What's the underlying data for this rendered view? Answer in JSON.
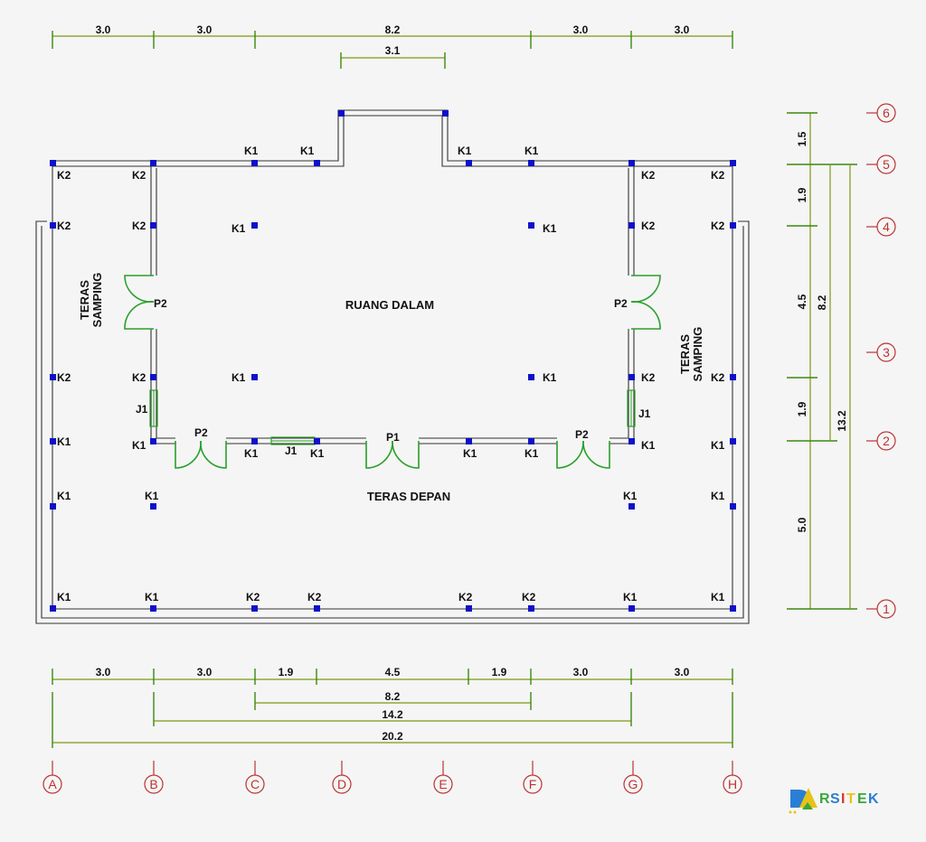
{
  "top_dims": [
    "3.0",
    "3.0",
    "8.2",
    "3.0",
    "3.0"
  ],
  "top_sub_dim": "3.1",
  "bottom_dims": [
    "3.0",
    "3.0",
    "1.9",
    "4.5",
    "1.9",
    "3.0",
    "3.0"
  ],
  "bottom_totals": [
    "8.2",
    "14.2",
    "20.2"
  ],
  "right_dims": [
    "1.5",
    "1.9",
    "4.5",
    "1.9",
    "5.0"
  ],
  "right_totals": [
    "8.2",
    "13.2"
  ],
  "grid_cols": [
    "A",
    "B",
    "C",
    "D",
    "E",
    "F",
    "G",
    "H"
  ],
  "grid_rows": [
    "6",
    "5",
    "4",
    "3",
    "2",
    "1"
  ],
  "rooms": {
    "inner": "RUANG DALAM",
    "front": "TERAS DEPAN",
    "side_line1": "TERAS",
    "side_line2": "SAMPING"
  },
  "labels": {
    "col_k1": "K1",
    "col_k2": "K2",
    "door_p1": "P1",
    "door_p2": "P2",
    "window_j1": "J1"
  },
  "logo": {
    "text": "DARSITEK",
    "colors": [
      "#2a7fd4",
      "#e8c21a",
      "#3aa838",
      "#d43a2a"
    ]
  },
  "colors": {
    "dimension": "#7a9a10",
    "column": "#1010c8",
    "door": "#2aa02a",
    "grid_bubble": "#b33333"
  }
}
